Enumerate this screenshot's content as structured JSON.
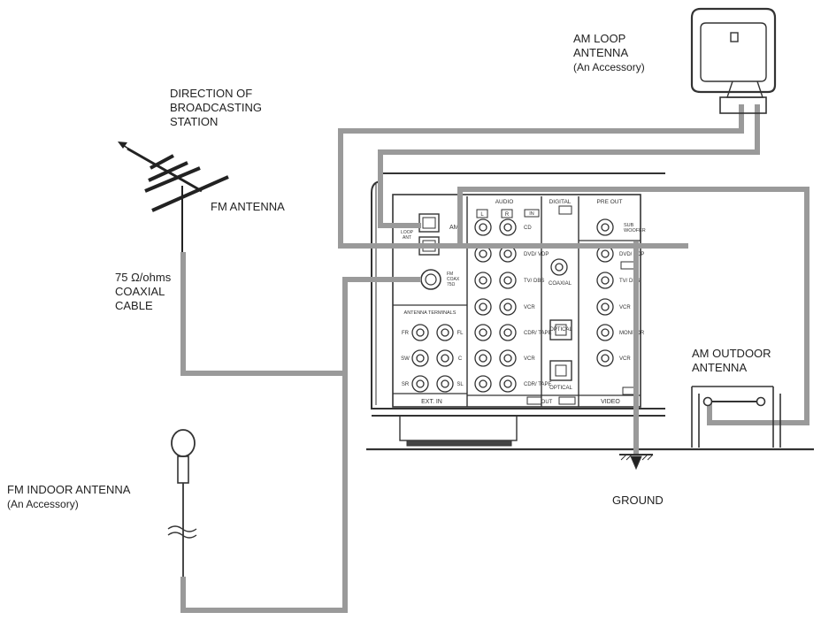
{
  "labels": {
    "am_loop": [
      "AM LOOP",
      "ANTENNA",
      "(An Accessory)"
    ],
    "direction": [
      "DIRECTION OF",
      "BROADCASTING",
      "STATION"
    ],
    "fm_antenna": "FM ANTENNA",
    "coax": [
      "75 Ω/ohms",
      "COAXIAL",
      "CABLE"
    ],
    "am_outdoor": [
      "AM OUTDOOR",
      "ANTENNA"
    ],
    "fm_indoor": [
      "FM INDOOR ANTENNA",
      "(An Accessory)"
    ],
    "ground": "GROUND"
  },
  "panel": {
    "audio": "AUDIO",
    "digital": "DIGITAL",
    "pre_out": "PRE OUT",
    "antenna_terminals": "ANTENNA TERMINALS",
    "ext_in": "EXT. IN",
    "out": "OUT",
    "video": "VIDEO",
    "am": "AM",
    "loop_ant": [
      "LOOP",
      "ANT"
    ],
    "fm_coax": [
      "FM",
      "COAX",
      "75Ω"
    ],
    "coaxial": "COAXIAL",
    "optical": "OPTICAL",
    "sub_woofer": [
      "SUB",
      "WOOFER"
    ],
    "audio_rows": [
      "CD",
      "DVD/ VDP",
      "TV/ DBS",
      "VCR",
      "CDR/ TAPE",
      "VCR",
      "CDR/ TAPE"
    ],
    "video_rows": [
      "DVD/ VDP",
      "TV/ DBS",
      "VCR",
      "MONITOR",
      "VCR"
    ],
    "ext_rows": [
      "FR",
      "SW",
      "SR"
    ],
    "ext_right": [
      "FL",
      "C",
      "SL"
    ],
    "l": "L",
    "r": "R",
    "in": "IN"
  }
}
